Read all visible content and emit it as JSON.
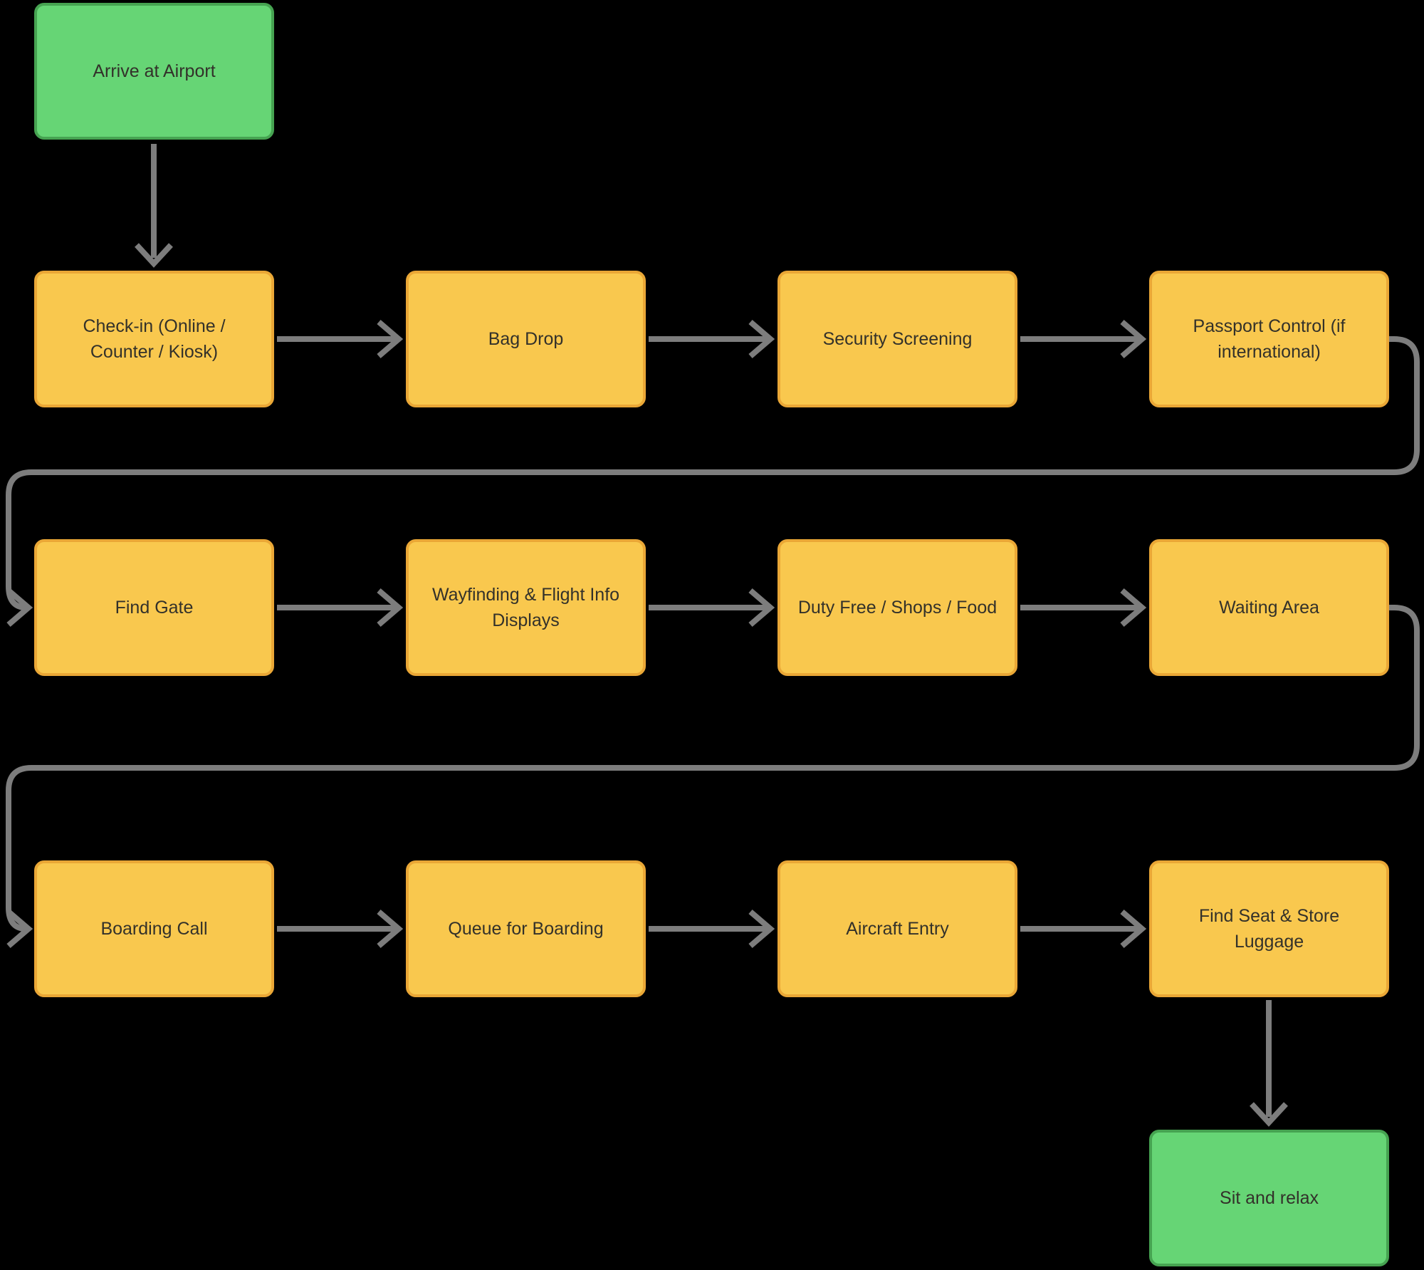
{
  "diagram": {
    "type": "flowchart",
    "background": "#000000",
    "nodes": [
      {
        "id": "arrive-at-airport",
        "label": "Arrive at Airport",
        "kind": "terminal"
      },
      {
        "id": "check-in",
        "label": "Check-in (Online / Counter / Kiosk)",
        "kind": "step"
      },
      {
        "id": "bag-drop",
        "label": "Bag Drop",
        "kind": "step"
      },
      {
        "id": "security-screening",
        "label": "Security Screening",
        "kind": "step"
      },
      {
        "id": "passport-control",
        "label": "Passport Control (if international)",
        "kind": "step"
      },
      {
        "id": "find-gate",
        "label": "Find Gate",
        "kind": "step"
      },
      {
        "id": "wayfinding",
        "label": "Wayfinding & Flight Info Displays",
        "kind": "step"
      },
      {
        "id": "duty-free",
        "label": "Duty Free / Shops / Food",
        "kind": "step"
      },
      {
        "id": "waiting-area",
        "label": "Waiting Area",
        "kind": "step"
      },
      {
        "id": "boarding-call",
        "label": "Boarding Call",
        "kind": "step"
      },
      {
        "id": "queue-for-boarding",
        "label": "Queue for Boarding",
        "kind": "step"
      },
      {
        "id": "aircraft-entry",
        "label": "Aircraft Entry",
        "kind": "step"
      },
      {
        "id": "find-seat",
        "label": "Find Seat & Store Luggage",
        "kind": "step"
      },
      {
        "id": "sit-and-relax",
        "label": "Sit and relax",
        "kind": "terminal"
      }
    ],
    "edges": [
      {
        "from": "arrive-at-airport",
        "to": "check-in"
      },
      {
        "from": "check-in",
        "to": "bag-drop"
      },
      {
        "from": "bag-drop",
        "to": "security-screening"
      },
      {
        "from": "security-screening",
        "to": "passport-control"
      },
      {
        "from": "passport-control",
        "to": "find-gate"
      },
      {
        "from": "find-gate",
        "to": "wayfinding"
      },
      {
        "from": "wayfinding",
        "to": "duty-free"
      },
      {
        "from": "duty-free",
        "to": "waiting-area"
      },
      {
        "from": "waiting-area",
        "to": "boarding-call"
      },
      {
        "from": "boarding-call",
        "to": "queue-for-boarding"
      },
      {
        "from": "queue-for-boarding",
        "to": "aircraft-entry"
      },
      {
        "from": "aircraft-entry",
        "to": "find-seat"
      },
      {
        "from": "find-seat",
        "to": "sit-and-relax"
      }
    ],
    "colors": {
      "step_fill": "#F9C84E",
      "step_border": "#EAA736",
      "terminal_fill": "#66D575",
      "terminal_border": "#46A351",
      "edge": "#7D7D7D",
      "text": "#33312A",
      "background": "#000000"
    }
  }
}
